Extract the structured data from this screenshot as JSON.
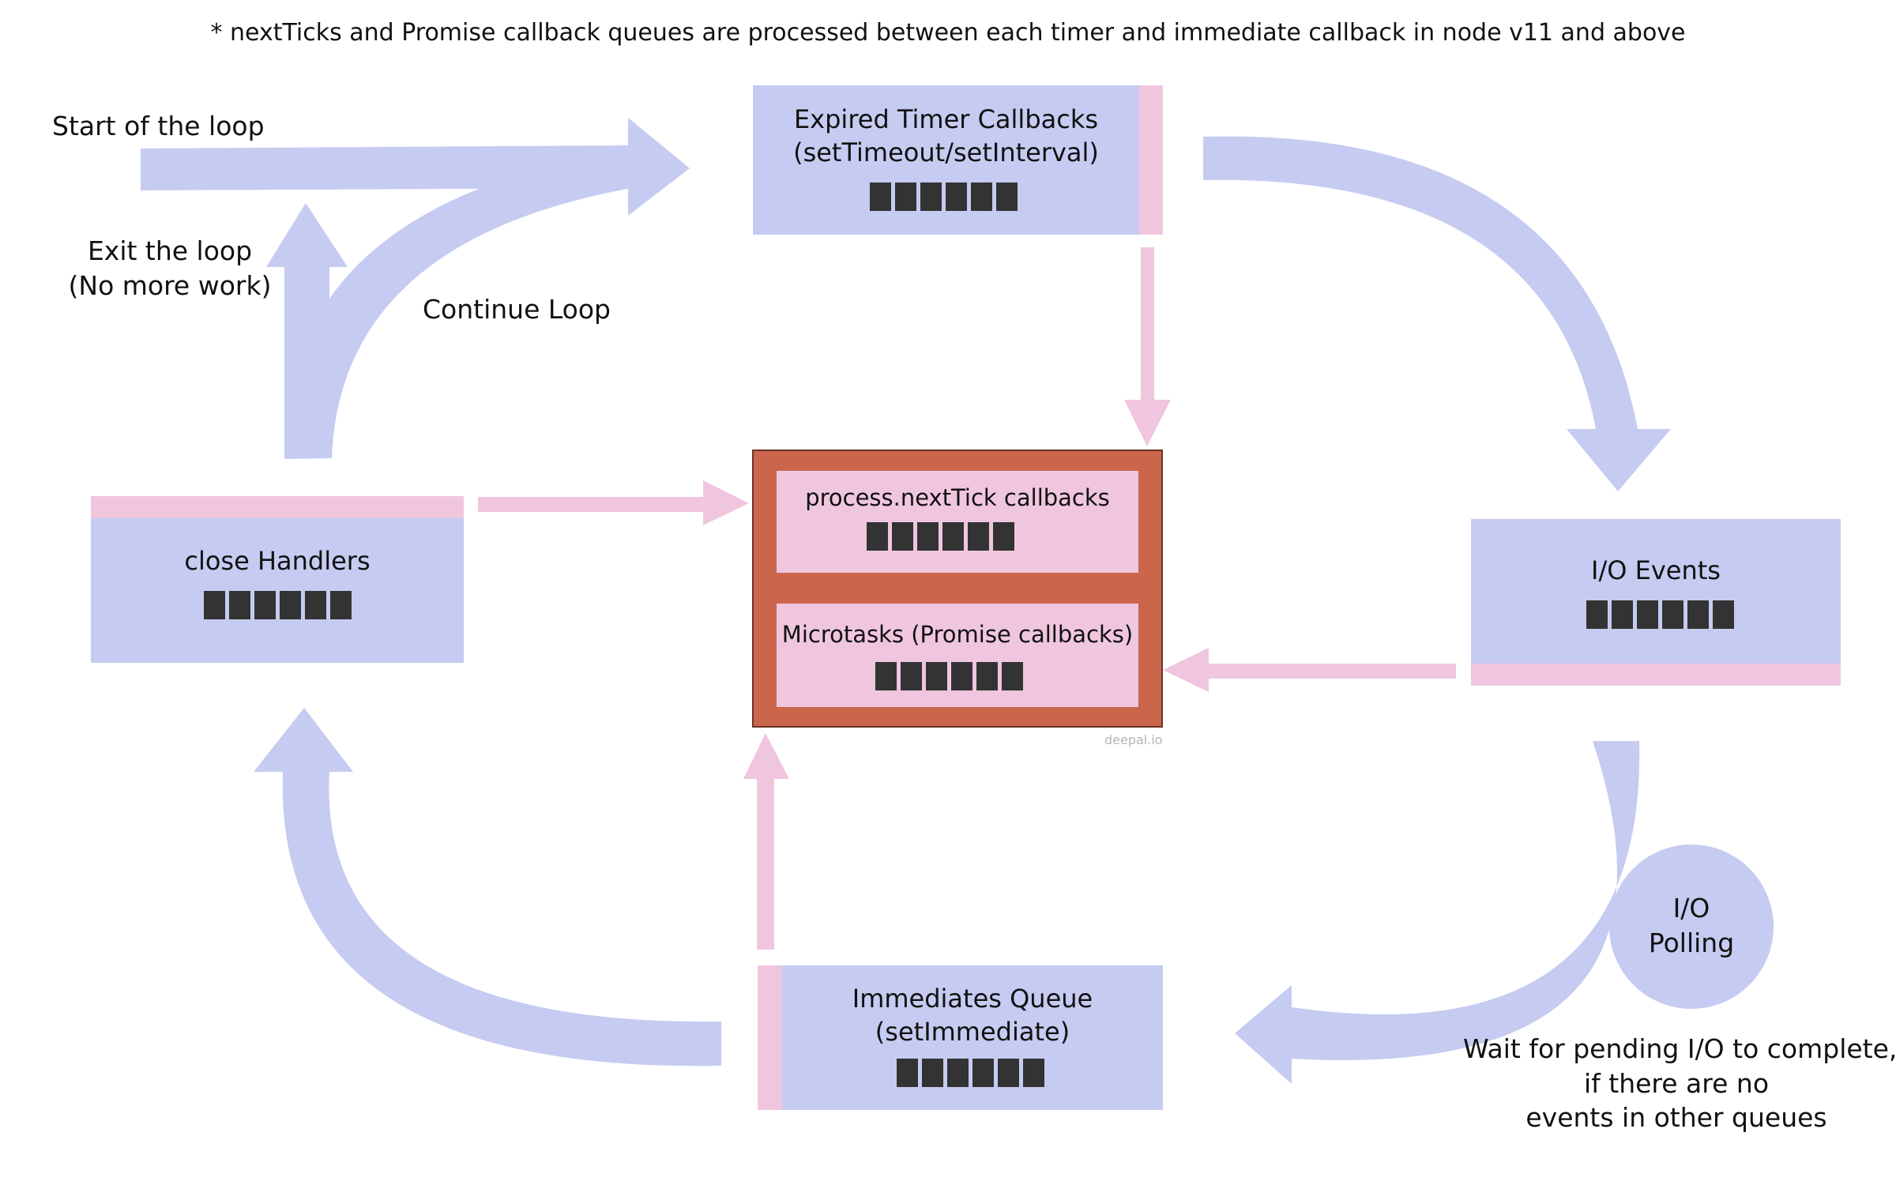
{
  "header": {
    "note": "* nextTicks and Promise callback queues are processed between each timer and immediate callback in node v11 and above"
  },
  "labels": {
    "start": "Start of the loop",
    "exit_line1": "Exit the loop",
    "exit_line2": "(No more work)",
    "continue": "Continue Loop",
    "wait_line1": "Wait for pending I/O to complete,",
    "wait_line2": "if there are no",
    "wait_line3": "events in other queues",
    "credit": "deepal.io"
  },
  "phases": {
    "timers": {
      "title_line1": "Expired Timer Callbacks",
      "title_line2": "(setTimeout/setInterval)"
    },
    "io": {
      "title": "I/O Events"
    },
    "immediates": {
      "title_line1": "Immediates Queue",
      "title_line2": "(setImmediate)"
    },
    "close": {
      "title": "close Handlers"
    },
    "polling": {
      "line1": "I/O",
      "line2": "Polling"
    }
  },
  "microtasks": {
    "next_tick": {
      "title": "process.nextTick callbacks"
    },
    "promises": {
      "title": "Microtasks (Promise callbacks)"
    }
  },
  "queue_slots": 6,
  "colors": {
    "phase_fill": "#c6cbf1",
    "accent_strip": "#f0c6df",
    "microtask_panel": "#cb664c",
    "queue_block": "#333333",
    "flow_arrow": "#c6cbf1",
    "microtask_arrow": "#f0c6df"
  }
}
